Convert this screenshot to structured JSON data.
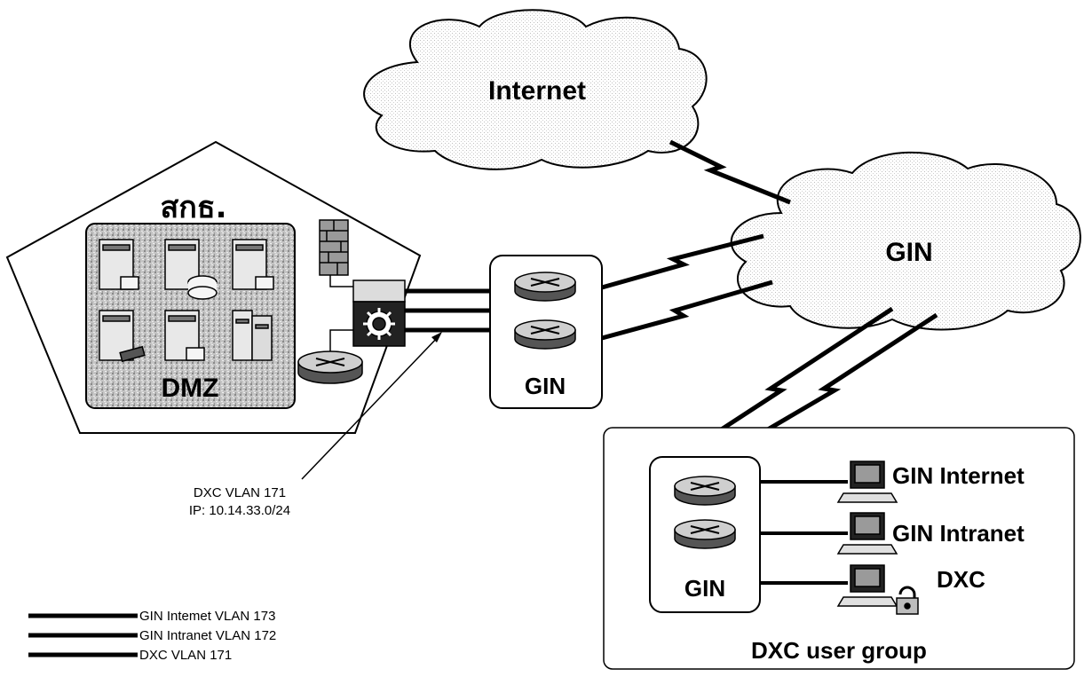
{
  "clouds": {
    "internet": "Internet",
    "gin": "GIN"
  },
  "site": {
    "title": "สกธ.",
    "dmz_label": "DMZ"
  },
  "gin_router_box": {
    "label": "GIN"
  },
  "vlan_annotation": {
    "line1": "DXC VLAN 171",
    "line2": "IP: 10.14.33.0/24"
  },
  "user_group": {
    "label": "DXC user group",
    "router_label": "GIN",
    "endpoints": [
      {
        "label": "GIN Internet",
        "icon": "pc-icon"
      },
      {
        "label": "GIN Intranet",
        "icon": "pc-icon"
      },
      {
        "label": "DXC",
        "icon": "pc-lock-icon"
      }
    ]
  },
  "legend": {
    "items": [
      {
        "label": "GIN Intemet VLAN 173"
      },
      {
        "label": "GIN Intranet VLAN 172"
      },
      {
        "label": "DXC VLAN 171"
      }
    ]
  },
  "colors": {
    "line": "#000000",
    "dmz_fill": "#b8b8b8",
    "cloud_fill": "#ffffff"
  }
}
